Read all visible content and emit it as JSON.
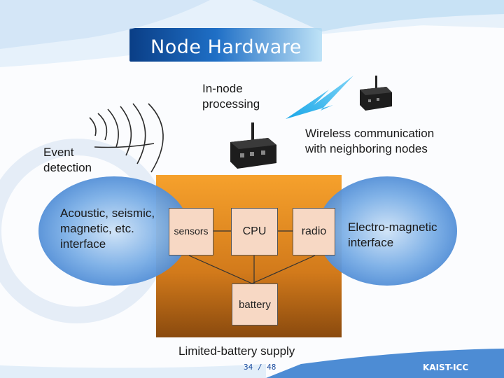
{
  "title": "Node Hardware",
  "labels": {
    "in_node_processing": "In-node\nprocessing",
    "wireless": "Wireless communication\nwith neighboring nodes",
    "event_detection": "Event\ndetection",
    "acoustic": "Acoustic, seismic,\nmagnetic, etc.\ninterface",
    "electro": "Electro-magnetic\ninterface",
    "limited_battery": "Limited-battery supply"
  },
  "blocks": {
    "sensors": "sensors",
    "cpu": "CPU",
    "radio": "radio",
    "battery": "battery"
  },
  "footer": {
    "page": "34 / 48",
    "org": "KAIST-ICC"
  },
  "icons": [
    "sensor-node-device-icon",
    "lightning-bolt-icon",
    "signal-waves-icon"
  ],
  "colors": {
    "header_blue": "#1d6fc4",
    "orange_panel": "#f29b2a",
    "ellipse_blue": "#4f8fd8",
    "block_fill": "#f7d8c4"
  }
}
